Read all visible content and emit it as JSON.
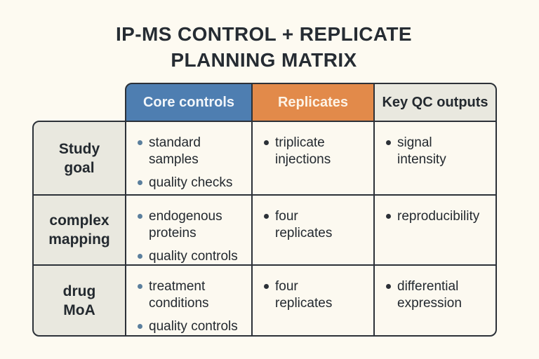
{
  "title": {
    "line1": "IP-MS CONTROL + REPLICATE",
    "line2": "PLANNING MATRIX"
  },
  "colors": {
    "page_bg": "#fdfaf1",
    "border": "#2c3138",
    "text_dark": "#23292f",
    "header_blue_bg": "#4e7eb1",
    "header_blue_text": "#f2f6fa",
    "header_orange_bg": "#e28a4a",
    "header_orange_text": "#fdf3e6",
    "header_gray_bg": "#e9e8df",
    "cell_bg": "#fcf9f0",
    "bullet_blue": "#5b7f9d",
    "bullet_dark": "#2c3138"
  },
  "matrix": {
    "column_headers": [
      "Core controls",
      "Replicates",
      "Key QC outputs"
    ],
    "row_headers": [
      "Study\ngoal",
      "complex\nmapping",
      "drug\nMoA"
    ],
    "rows": [
      {
        "core_controls": [
          "standard\nsamples",
          "quality checks"
        ],
        "replicates": [
          "triplicate\ninjections"
        ],
        "key_qc_outputs": [
          "signal\nintensity"
        ]
      },
      {
        "core_controls": [
          "endogenous\nproteins",
          "quality controls"
        ],
        "replicates": [
          "four\nreplicates"
        ],
        "key_qc_outputs": [
          "reproducibility"
        ]
      },
      {
        "core_controls": [
          "treatment\nconditions",
          "quality controls"
        ],
        "replicates": [
          "four\nreplicates"
        ],
        "key_qc_outputs": [
          "differential\nexpression"
        ]
      }
    ]
  }
}
